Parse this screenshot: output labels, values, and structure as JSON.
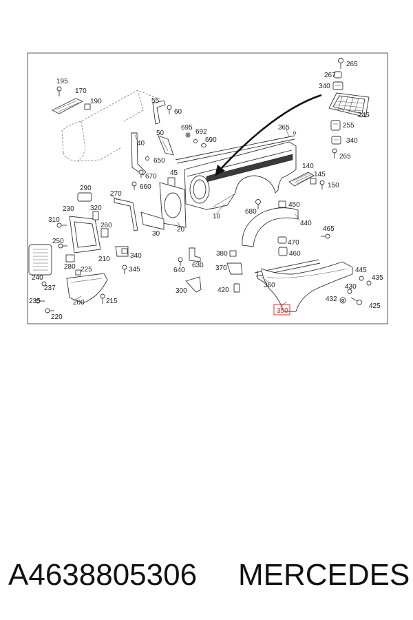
{
  "diagram": {
    "callouts": [
      "265",
      "267",
      "340",
      "245",
      "255",
      "340",
      "265",
      "195",
      "170",
      "190",
      "55",
      "60",
      "695",
      "692",
      "690",
      "365",
      "50",
      "40",
      "650",
      "45",
      "670",
      "660",
      "140",
      "145",
      "150",
      "290",
      "270",
      "450",
      "230",
      "320",
      "680",
      "10",
      "310",
      "260",
      "440",
      "20",
      "30",
      "465",
      "250",
      "470",
      "340",
      "380",
      "460",
      "210",
      "630",
      "280",
      "225",
      "345",
      "370",
      "640",
      "445",
      "240",
      "435",
      "360",
      "430",
      "237",
      "300",
      "420",
      "235",
      "215",
      "200",
      "432",
      "425",
      "350",
      "220"
    ],
    "highlighted_callout": "350",
    "highlight_color": "#d9302c"
  },
  "caption": {
    "part_number": "A4638805306",
    "brand": "MERCEDES"
  }
}
